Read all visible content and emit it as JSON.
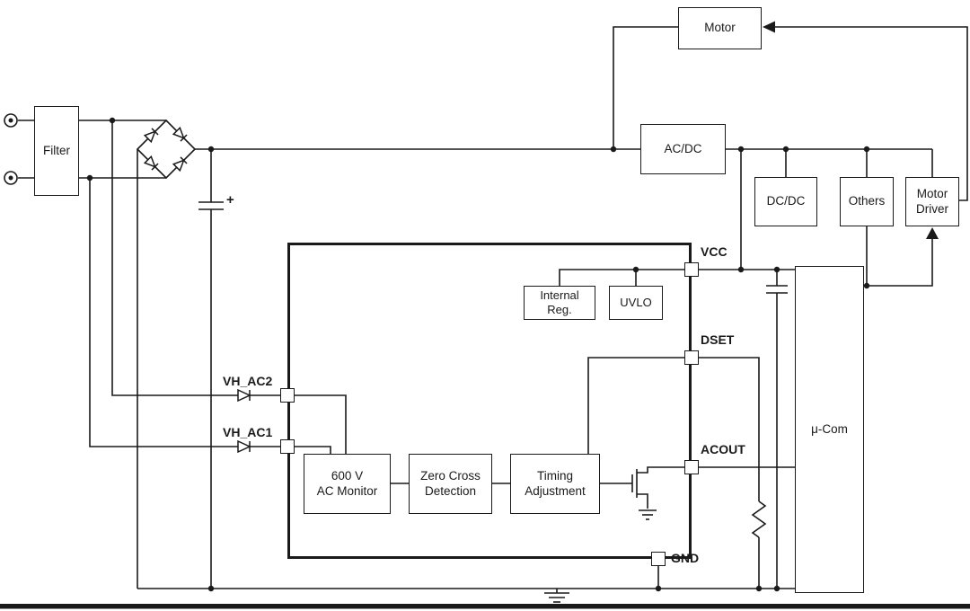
{
  "blocks": {
    "motor": "Motor",
    "filter": "Filter",
    "acdc": "AC/DC",
    "dcdc": "DC/DC",
    "others": "Others",
    "motor_driver": [
      "Motor",
      "Driver"
    ],
    "mcu": "μ-Com",
    "internal_reg": [
      "Internal",
      "Reg."
    ],
    "uvlo": "UVLO",
    "ac_monitor": [
      "600 V",
      "AC Monitor"
    ],
    "zero_cross": [
      "Zero Cross",
      "Detection"
    ],
    "timing": [
      "Timing",
      "Adjustment"
    ]
  },
  "pins": {
    "vcc": "VCC",
    "dset": "DSET",
    "acout": "ACOUT",
    "gnd": "GND",
    "vh_ac2": "VH_AC2",
    "vh_ac1": "VH_AC1"
  },
  "annotations": {
    "cap_polarity": "+"
  },
  "colors": {
    "line": "#1a1a1a",
    "background": "#ffffff"
  }
}
